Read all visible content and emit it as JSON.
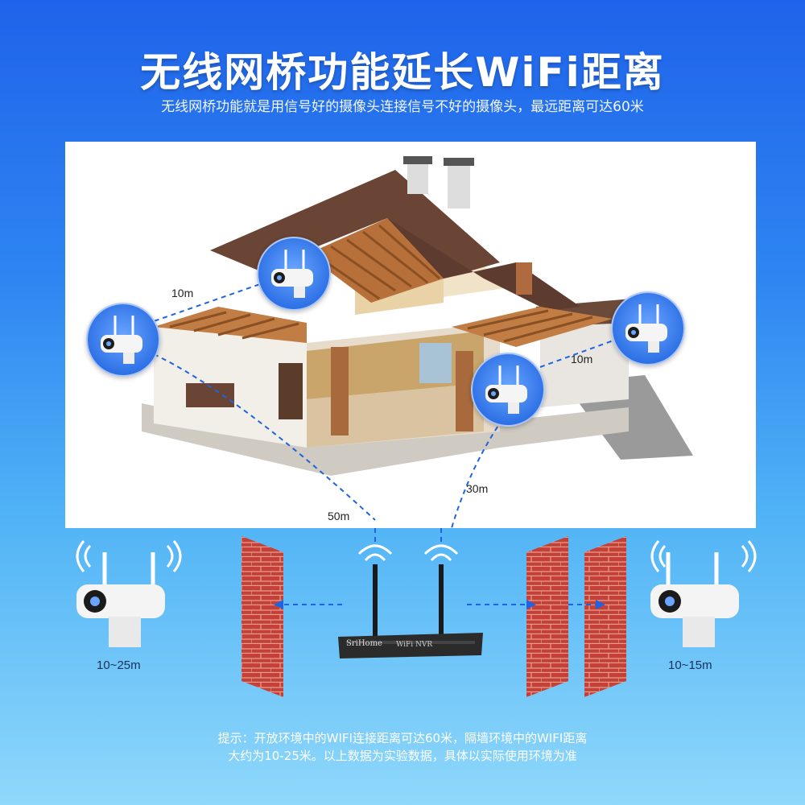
{
  "header": {
    "title": "无线网桥功能延长WiFi距离",
    "subtitle": "无线网桥功能就是用信号好的摄像头连接信号不好的摄像头，最远距离可达60米"
  },
  "diagram": {
    "distances": {
      "left_top": "10m",
      "right_top": "10m",
      "middle": "30m",
      "bottom": "50m"
    },
    "cameras": [
      "camera-left",
      "camera-upper-roof",
      "camera-right",
      "camera-porch"
    ]
  },
  "bottom": {
    "left_range": "10~25m",
    "right_range": "10~15m",
    "nvr_brand": "SriHome",
    "nvr_label": "WiFi NVR"
  },
  "tip": {
    "line1": "提示：开放环境中的WIFI连接距离可达60米，隔墙环境中的WIFI距离",
    "line2": "大约为10-25米。以上数据为实验数据，具体以实际使用环境为准"
  },
  "colors": {
    "accent_blue": "#2f72e6",
    "brick": "#c6403a",
    "dashed_line": "#1e63e0"
  }
}
